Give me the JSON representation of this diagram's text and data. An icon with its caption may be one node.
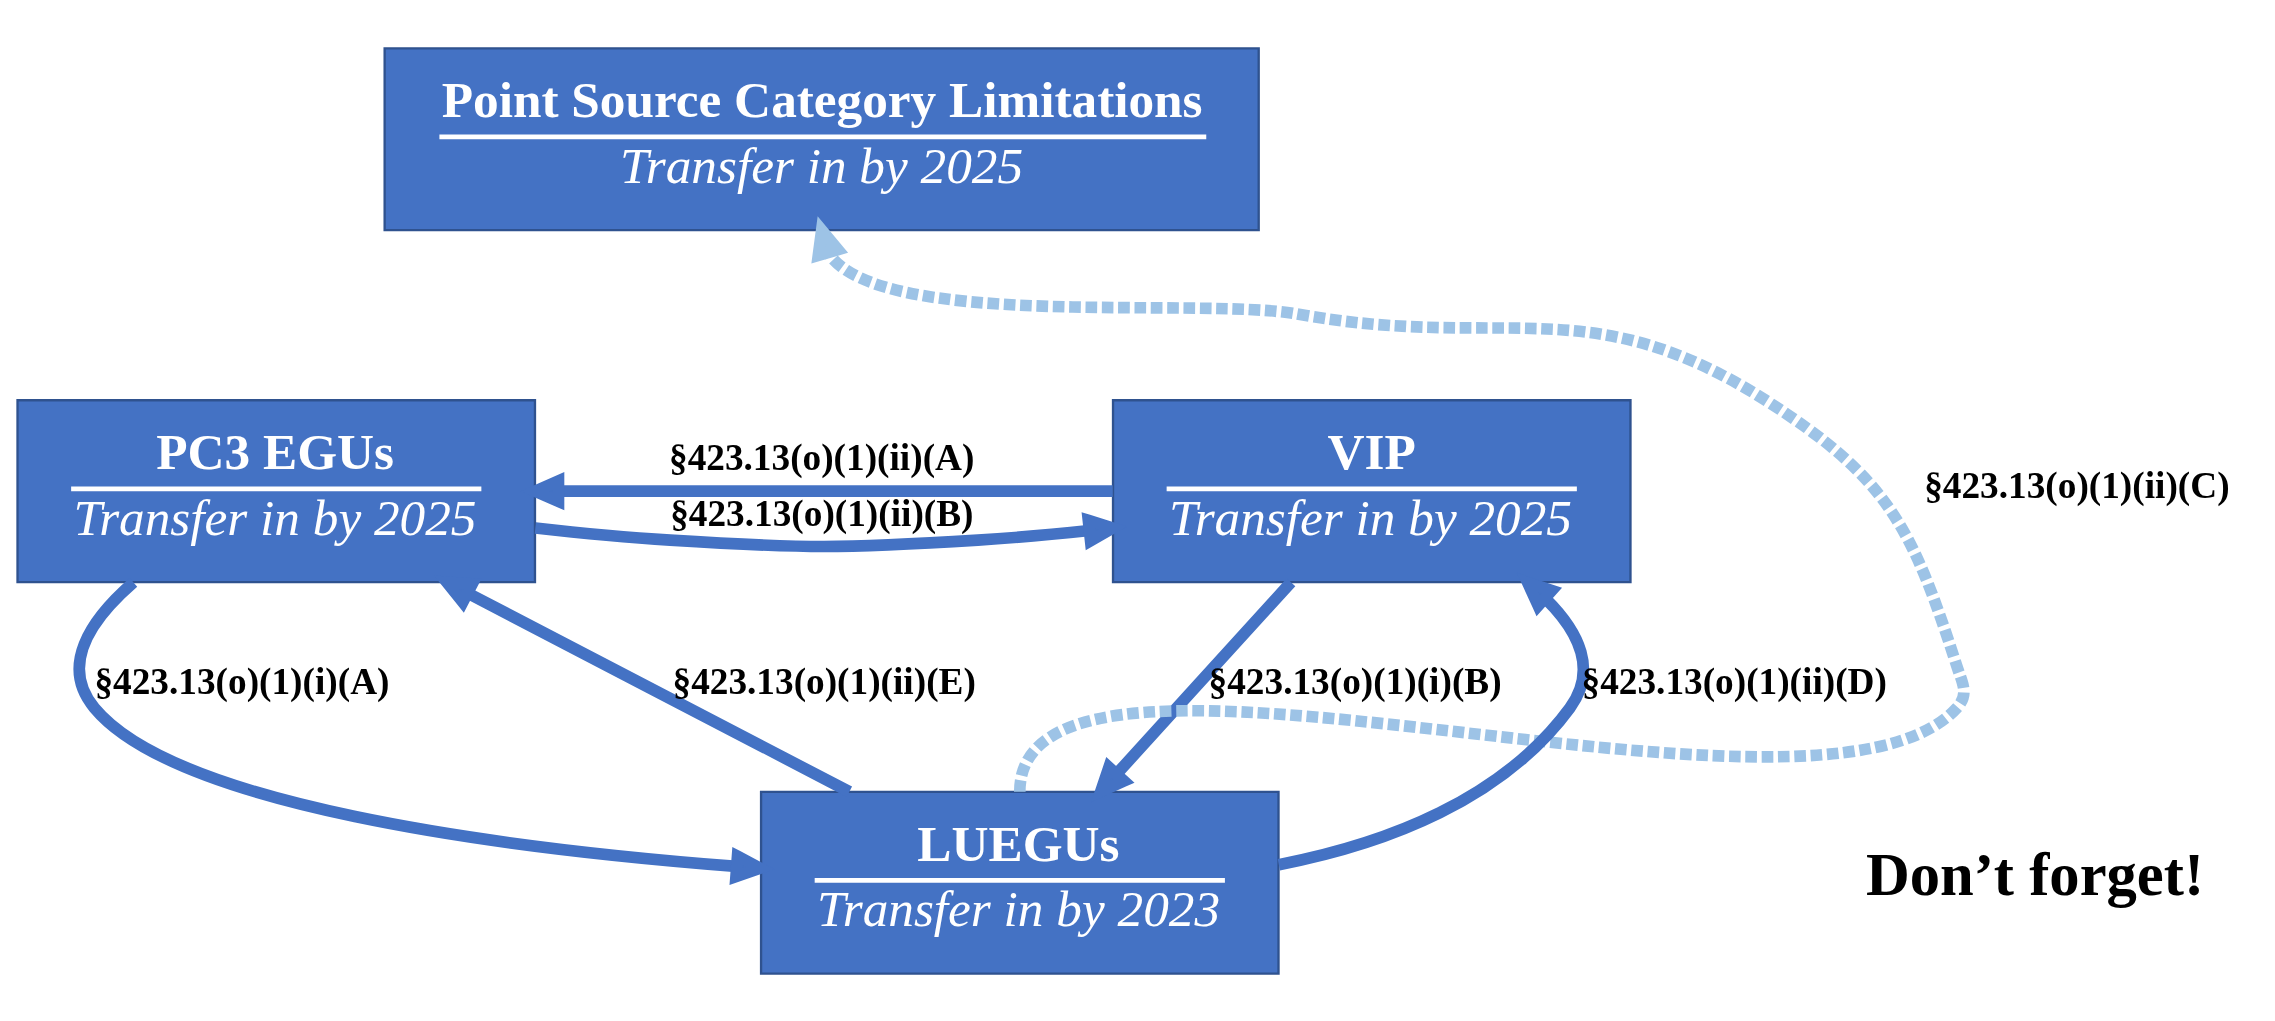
{
  "diagram": {
    "nodes": [
      {
        "text": [
          "Point Source Category Limitations",
          "Transfer in by 2025"
        ]
      },
      {
        "text": [
          "PC3 EGUs",
          "Transfer in by 2025"
        ]
      },
      {
        "text": [
          "VIP",
          "Transfer in by 2025"
        ]
      },
      {
        "text": [
          "LUEGUs",
          "Transfer in by 2023"
        ]
      }
    ],
    "edges": [
      {
        "from": 1,
        "to": 2,
        "arrow": "to",
        "label": "§423.13(o)(1)(ii)(B)"
      },
      {
        "from": 2,
        "to": 1,
        "arrow": "to",
        "label": "§423.13(o)(1)(ii)(A)"
      },
      {
        "from": 3,
        "to": 0,
        "arrow": "to",
        "label": "§423.13(o)(1)(ii)(C)",
        "style": "dashed",
        "color": "#9dc3e6"
      },
      {
        "from": 1,
        "to": 3,
        "arrow": "to",
        "label": "§423.13(o)(1)(i)(A)"
      },
      {
        "from": 3,
        "to": 1,
        "arrow": "to",
        "label": "§423.13(o)(1)(ii)(E)"
      },
      {
        "from": 2,
        "to": 3,
        "arrow": "to",
        "label": "§423.13(o)(1)(i)(B)"
      },
      {
        "from": 3,
        "to": 2,
        "arrow": "to",
        "label": "§423.13(o)(1)(ii)(D)"
      }
    ],
    "labels": [
      "Don’t forget!"
    ]
  }
}
